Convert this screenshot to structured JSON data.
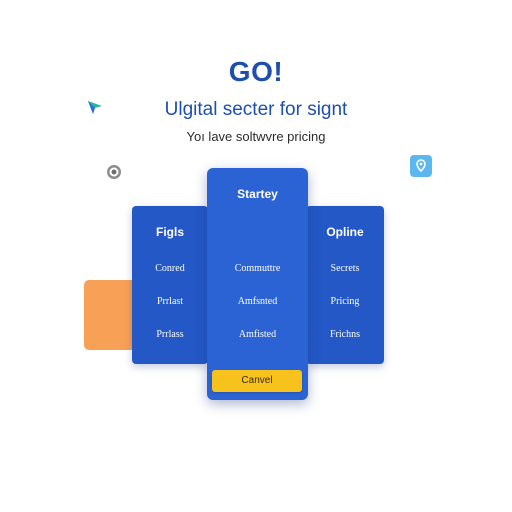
{
  "header": {
    "logo": "GO!",
    "headline": "Ulgital secter for signt",
    "subtitle": "Yoı lave soltwvre pricing"
  },
  "decorations": {
    "arrow_icon": "arrow-icon",
    "target_icon": "target-icon",
    "badge_icon": "location-pin-icon",
    "orange_block": "orange-panel",
    "colors": {
      "brand_blue": "#1f4fad",
      "card_blue": "#2358c6",
      "card_blue_highlight": "#2c63d4",
      "accent_yellow": "#f7c21b",
      "accent_orange": "#f9a057",
      "accent_cyan": "#5ab8ef"
    }
  },
  "plans": [
    {
      "title": "Figls",
      "rows": [
        "Conred",
        "Prrlast",
        "Prrlass"
      ]
    },
    {
      "title": "Startey",
      "rows": [
        "Commuttre",
        "Amfsnted",
        "Amfisted"
      ],
      "cta": "Canvel"
    },
    {
      "title": "Opline",
      "rows": [
        "Secrets",
        "Pricing",
        "Frichns"
      ]
    }
  ]
}
